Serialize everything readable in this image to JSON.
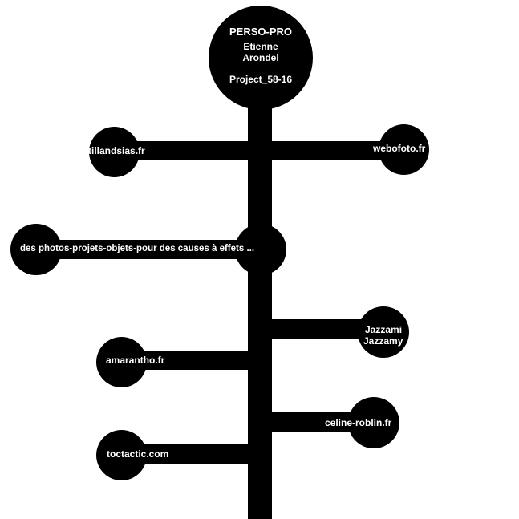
{
  "hub": {
    "title": "PERSO-PRO",
    "name_line1": "Etienne",
    "name_line2": "Arondel",
    "project": "Project_58-16"
  },
  "branches": {
    "tillandsias": "tillandsias.fr",
    "webofoto": "webofoto.fr",
    "photos_projets": "des photos-projets-objets-pour des causes à effets  ...",
    "jazzami_line1": "Jazzami",
    "jazzami_line2": "Jazzamy",
    "amarantho": "amarantho.fr",
    "celine_roblin": "celine-roblin.fr",
    "toctactic": "toctactic.com"
  },
  "colors": {
    "foreground": "#000000",
    "text": "#ffffff",
    "background": "#ffffff"
  }
}
